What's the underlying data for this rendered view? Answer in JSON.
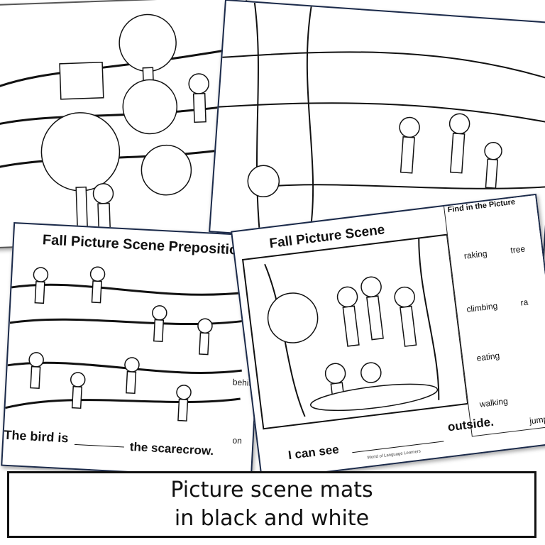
{
  "sheets": {
    "prepositions": {
      "title": "Fall Picture Scene Prepositions",
      "sentence_start": "The bird is",
      "sentence_end": "the scarecrow.",
      "side_labels": [
        "behin",
        "on"
      ]
    },
    "scene": {
      "title": "Fall Picture Scene",
      "sentence_start": "I can see",
      "sentence_end": "outside.",
      "footer": "World of Language Learners",
      "find_panel_title": "Find in the Picture",
      "find_items": [
        "raking",
        "tree",
        "climbing",
        "ra",
        "eating",
        "walking",
        "jump"
      ]
    }
  },
  "caption": {
    "line1": "Picture scene mats",
    "line2": "in black and white"
  },
  "colors": {
    "ink": "#111111",
    "sheet_border": "#1b2a4a",
    "paper": "#ffffff"
  }
}
